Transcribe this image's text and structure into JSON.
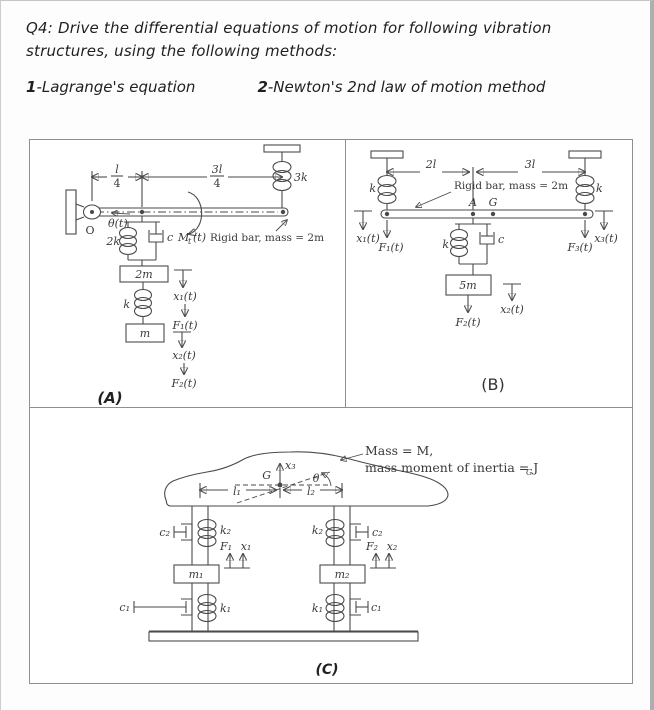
{
  "colors": {
    "ink": "#4a4a4a",
    "text": "#1f1f1f",
    "frame": "#8f8f8f"
  },
  "header": {
    "question": "Q4: Drive the differential equations of motion for following vibration structures, using the following methods:",
    "method1_num": "1",
    "method1_text": "-Lagrange's equation",
    "method2_num": "2",
    "method2_text": "-Newton's 2nd law of motion method"
  },
  "panelA": {
    "caption": "(A)",
    "dim1_num": "l",
    "dim1_den": "4",
    "dim2_num": "3l",
    "dim2_den": "4",
    "spring_top": "3k",
    "pivot": "O",
    "theta": "θ(t)",
    "moment_main": "M",
    "moment_sub": "t",
    "moment_paren": "(t)",
    "bar_note": "Rigid bar, mass = 2m",
    "spring_left": "2k",
    "damper": "c",
    "mass_top": "2m",
    "spring_mid": "k",
    "mass_bottom": "m",
    "x1": "x₁(t)",
    "F1": "F₁(t)",
    "x2": "x₂(t)",
    "F2": "F₂(t)"
  },
  "panelB": {
    "caption": "(B)",
    "dim_left": "2l",
    "dim_right": "3l",
    "k": "k",
    "c": "c",
    "bar_note": "Rigid bar, mass = 2m",
    "point_A": "A",
    "point_G": "G",
    "x1": "x₁(t)",
    "F1": "F₁(t)",
    "x3": "x₃(t)",
    "F3": "F₃(t)",
    "mass": "5m",
    "F2": "F₂(t)",
    "x2": "x₂(t)"
  },
  "panelC": {
    "caption": "(C)",
    "note_line1": "Mass = M,",
    "note_line2": "mass moment of inertia = J",
    "note_sub": "G",
    "x3": "x₃",
    "G": "G",
    "theta": "θ",
    "l1": "l₁",
    "l2": "l₂",
    "k2": "k₂",
    "c2": "c₂",
    "k1": "k₁",
    "c1": "c₁",
    "m1": "m₁",
    "m2": "m₂",
    "F1": "F₁",
    "x1": "x₁",
    "F2": "F₂",
    "x2": "x₂"
  }
}
